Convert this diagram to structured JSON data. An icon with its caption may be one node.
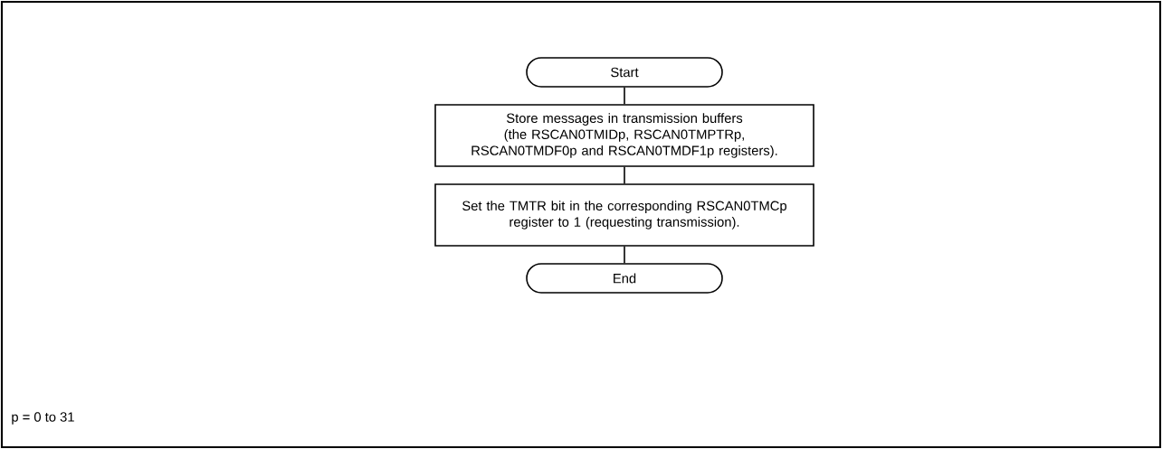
{
  "diagram": {
    "nodes": [
      {
        "text": [
          "Start"
        ]
      },
      {
        "text": [
          "Store messages in transmission buffers (the RSCAN0TMIDp, RSCAN0TMPTRp, RSCAN0TMDF0p and RSCAN0TMDF1p registers)."
        ]
      },
      {
        "text": [
          "Set the TMTR bit in the corresponding RSCAN0TMCp register to 1 (requesting transmission)."
        ]
      },
      {
        "text": [
          "End"
        ]
      }
    ],
    "edges": [
      {
        "from": 0,
        "to": 1,
        "arrow": "none"
      },
      {
        "from": 1,
        "to": 2,
        "arrow": "none"
      },
      {
        "from": 2,
        "to": 3,
        "arrow": "none"
      }
    ],
    "labels": [
      "p = 0 to 31"
    ]
  }
}
